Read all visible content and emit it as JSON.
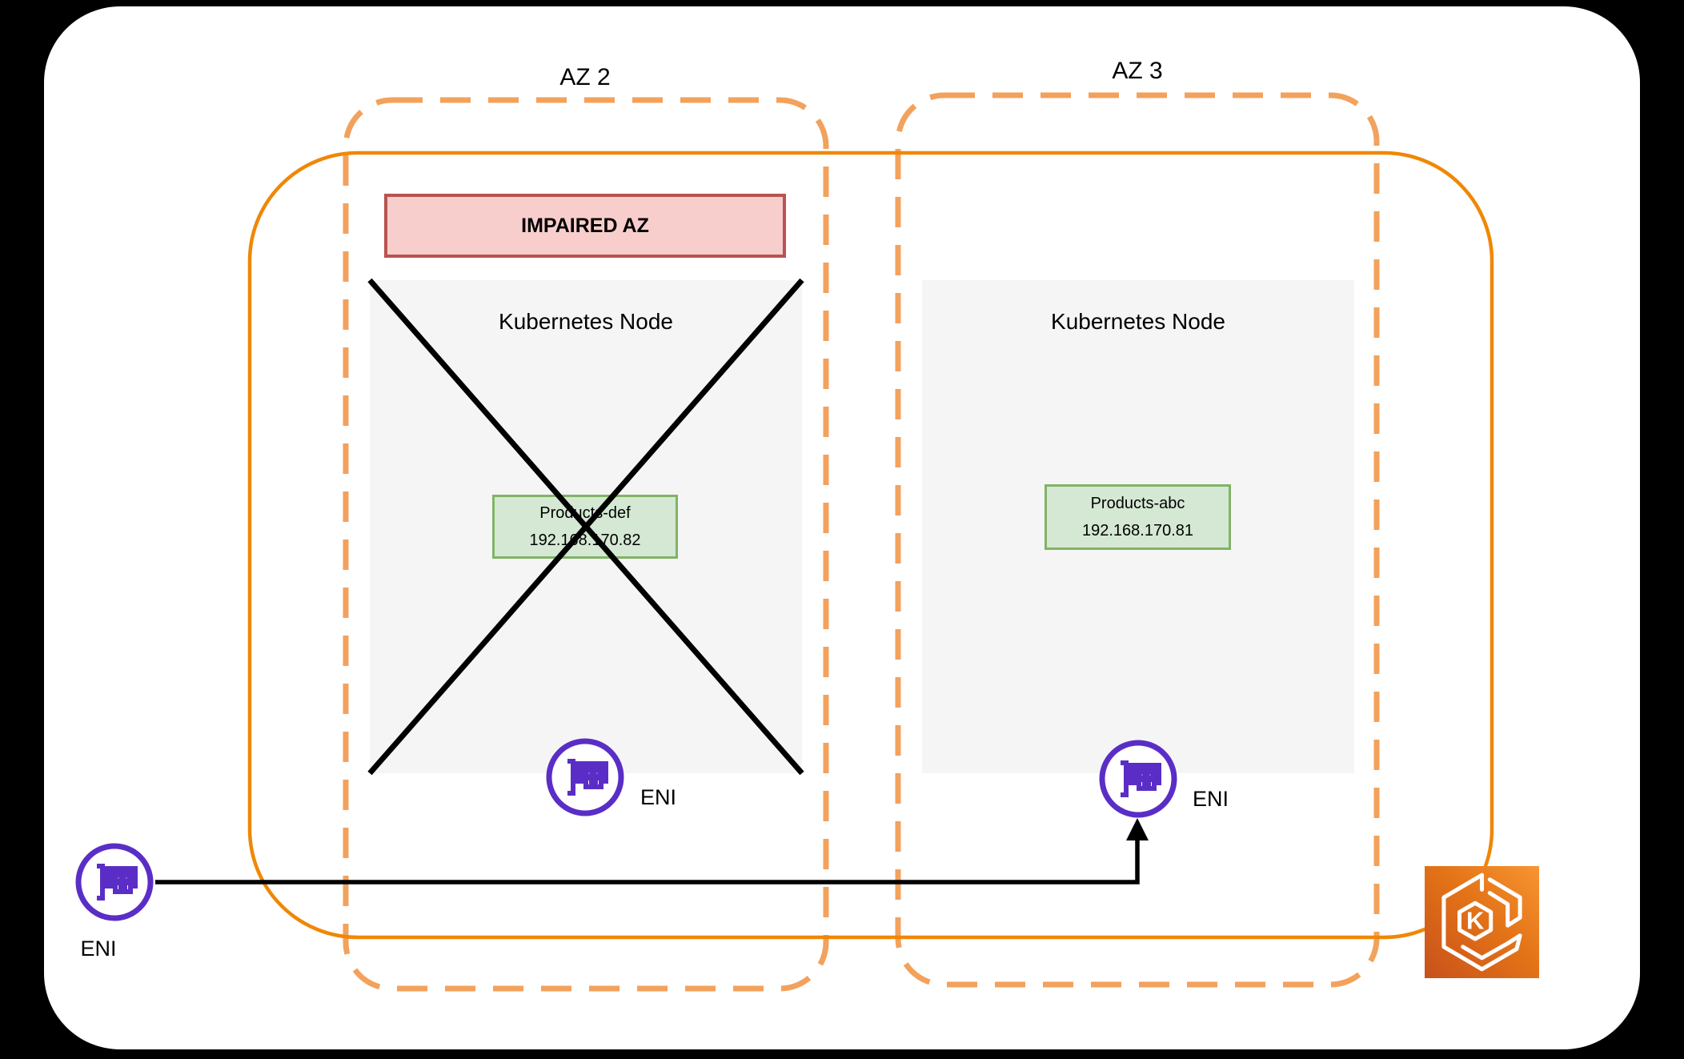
{
  "az2": {
    "label": "AZ 2",
    "banner_text": "IMPAIRED AZ",
    "node_title": "Kubernetes Node",
    "pod_name": "Products-def",
    "pod_ip": "192.168.170.82",
    "eni_label": "ENI"
  },
  "az3": {
    "label": "AZ 3",
    "node_title": "Kubernetes Node",
    "pod_name": "Products-abc",
    "pod_ip": "192.168.170.81",
    "eni_label": "ENI"
  },
  "external": {
    "eni_label": "ENI"
  },
  "eks": {
    "letter": "K"
  },
  "colors": {
    "az_boundary_dashed": "#F2A25C",
    "cluster_boundary_solid": "#F08705",
    "banner_fill": "#F8CECC",
    "banner_border": "#B85450",
    "pod_fill": "#D5E8D4",
    "pod_border": "#82B366",
    "node_fill": "#F5F5F5",
    "eni_purple": "#5A2EC6",
    "eks_gradient_start": "#C8511B",
    "eks_gradient_end": "#F89532",
    "failure_cross": "#000000",
    "connector": "#000000"
  }
}
